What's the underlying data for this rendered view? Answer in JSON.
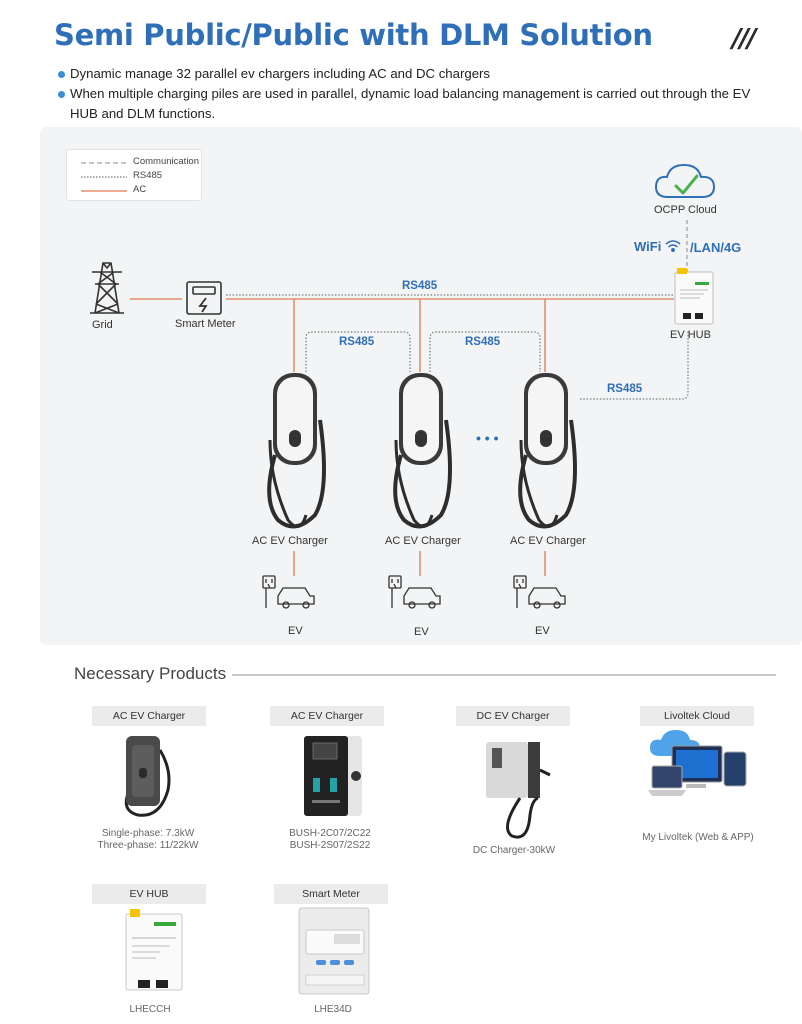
{
  "header": {
    "title": "Semi Public/Public with DLM Solution",
    "decoration": "///"
  },
  "bullets": [
    "Dynamic manage 32 parallel ev chargers including AC and DC chargers",
    "When multiple charging piles are used in parallel, dynamic load balancing management is carried out through the EV HUB and DLM functions."
  ],
  "legend": {
    "communication": "Communication",
    "rs485": "RS485",
    "ac": "AC"
  },
  "diagram": {
    "grid": "Grid",
    "smart_meter": "Smart Meter",
    "ocpp_cloud": "OCPP Cloud",
    "wifi_label": "WiFi",
    "lan_label": "/LAN/4G",
    "ev_hub": "EV HUB",
    "rs485_main": "RS485",
    "rs485_a": "RS485",
    "rs485_b": "RS485",
    "rs485_hub": "RS485",
    "chargers": [
      "AC EV Charger",
      "AC EV Charger",
      "AC EV Charger"
    ],
    "evs": [
      "EV",
      "EV",
      "EV"
    ],
    "ellipsis": "• • •",
    "colors": {
      "ac_line": "#e07a50",
      "rs485_line": "#8a8a8a",
      "accent": "#2f6fb8",
      "check": "#4caf50"
    }
  },
  "products": {
    "section_title": "Necessary Products",
    "items": [
      {
        "head": "AC EV Charger",
        "caption": [
          "Single-phase: 7.3kW",
          "Three-phase: 11/22kW"
        ],
        "icon": "wallbox-charger-icon"
      },
      {
        "head": "AC EV Charger",
        "caption": [
          "BUSH-2C07/2C22",
          "BUSH-2S07/2S22"
        ],
        "icon": "pedestal-charger-icon"
      },
      {
        "head": "DC EV Charger",
        "caption": [
          "DC Charger-30kW"
        ],
        "icon": "dc-charger-icon"
      },
      {
        "head": "Livoltek Cloud",
        "caption": [
          "My Livoltek (Web & APP)"
        ],
        "icon": "cloud-devices-icon"
      },
      {
        "head": "EV HUB",
        "caption": [
          "LHECCH"
        ],
        "icon": "ev-hub-device-icon"
      },
      {
        "head": "Smart Meter",
        "caption": [
          "LHE34D"
        ],
        "icon": "smart-meter-device-icon"
      }
    ]
  }
}
